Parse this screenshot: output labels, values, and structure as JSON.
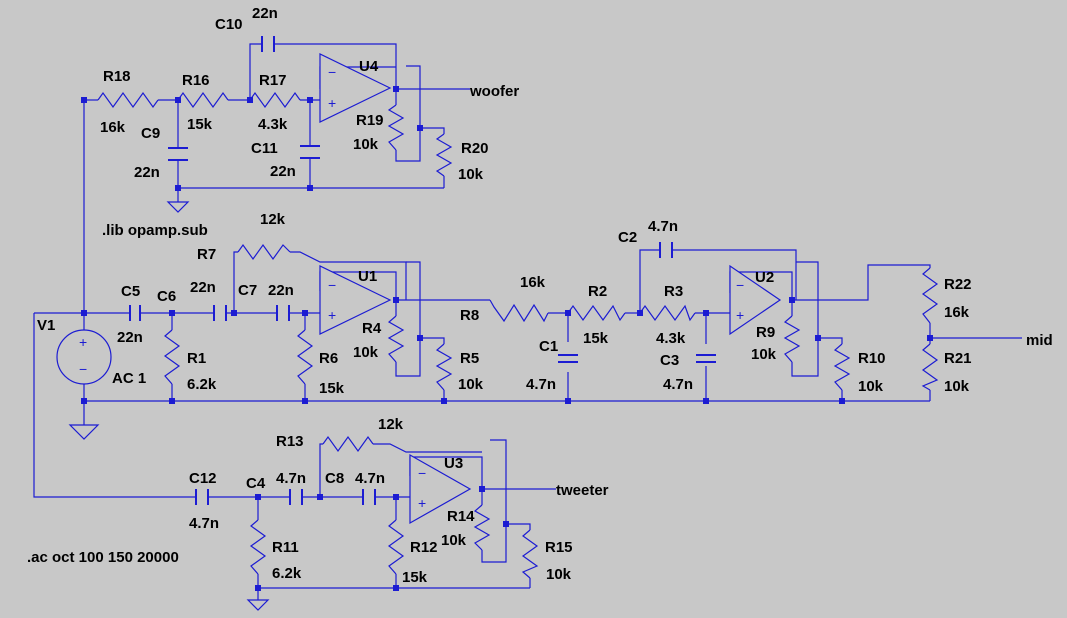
{
  "components": {
    "R18": {
      "name": "R18",
      "value": "16k"
    },
    "R16": {
      "name": "R16",
      "value": "15k"
    },
    "R17": {
      "name": "R17",
      "value": "4.3k"
    },
    "R19": {
      "name": "R19",
      "value": "10k"
    },
    "R20": {
      "name": "R20",
      "value": "10k"
    },
    "C9": {
      "name": "C9",
      "value": "22n"
    },
    "C10": {
      "name": "C10",
      "value": "22n"
    },
    "C11": {
      "name": "C11",
      "value": "22n"
    },
    "U4": {
      "name": "U4"
    },
    "R7": {
      "name": "R7",
      "value": "12k"
    },
    "C5": {
      "name": "C5",
      "value": "22n"
    },
    "C6": {
      "name": "C6",
      "value": "22n"
    },
    "C7": {
      "name": "C7",
      "value": "22n"
    },
    "R1": {
      "name": "R1",
      "value": "6.2k"
    },
    "R6": {
      "name": "R6",
      "value": "15k"
    },
    "R4": {
      "name": "R4",
      "value": "10k"
    },
    "R5": {
      "name": "R5",
      "value": "10k"
    },
    "U1": {
      "name": "U1"
    },
    "R8": {
      "name": "R8",
      "value": "16k"
    },
    "R2": {
      "name": "R2",
      "value": "15k"
    },
    "R3": {
      "name": "R3",
      "value": "4.3k"
    },
    "C1": {
      "name": "C1",
      "value": "4.7n"
    },
    "C2": {
      "name": "C2",
      "value": "4.7n"
    },
    "C3": {
      "name": "C3",
      "value": "4.7n"
    },
    "U2": {
      "name": "U2"
    },
    "R9": {
      "name": "R9",
      "value": "10k"
    },
    "R10": {
      "name": "R10",
      "value": "10k"
    },
    "R22": {
      "name": "R22",
      "value": "16k"
    },
    "R21": {
      "name": "R21",
      "value": "10k"
    },
    "V1": {
      "name": "V1",
      "value": "AC 1"
    },
    "C12": {
      "name": "C12",
      "value": "4.7n"
    },
    "C4": {
      "name": "C4",
      "value": "4.7n"
    },
    "C8": {
      "name": "C8",
      "value": "4.7n"
    },
    "R13": {
      "name": "R13",
      "value": "12k"
    },
    "R11": {
      "name": "R11",
      "value": "6.2k"
    },
    "R12": {
      "name": "R12",
      "value": "15k"
    },
    "R14": {
      "name": "R14",
      "value": "10k"
    },
    "R15": {
      "name": "R15",
      "value": "10k"
    },
    "U3": {
      "name": "U3"
    }
  },
  "nets": {
    "woofer": "woofer",
    "mid": "mid",
    "tweeter": "tweeter"
  },
  "directives": {
    "lib": ".lib opamp.sub",
    "ac": ".ac oct 100 150 20000"
  },
  "symbols": {
    "minus": "−",
    "plus": "+"
  },
  "colors": {
    "background": "#c8c8c8",
    "wire": "#1c1cd2",
    "text": "#000000"
  }
}
